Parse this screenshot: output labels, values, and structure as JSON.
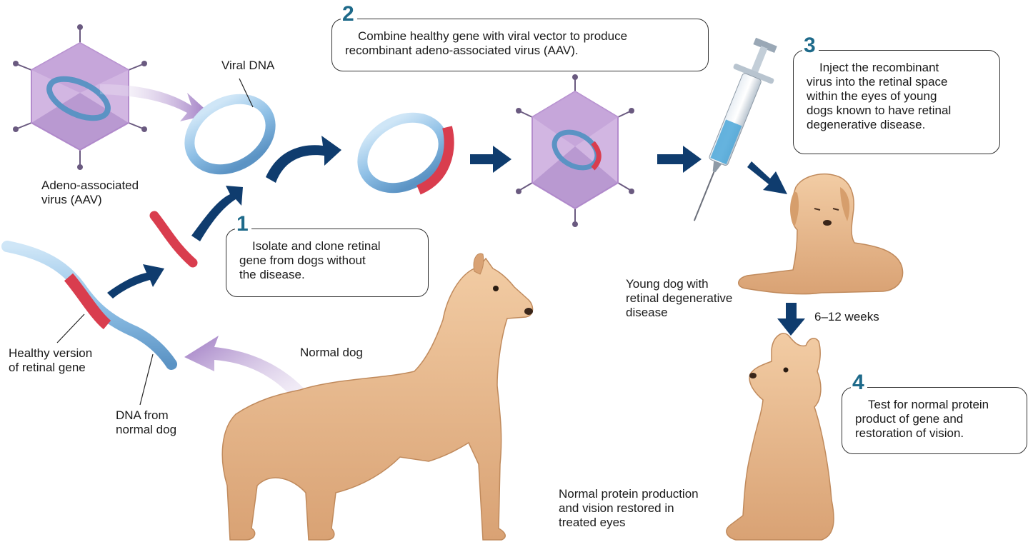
{
  "colors": {
    "arrow_navy": "#0f3c6e",
    "dna_blue": "#8fc0e6",
    "gene_red": "#d93d4e",
    "capsid_purple": "#b48ccd",
    "dog_tan": "#e8b98d",
    "step_number": "#1e6a8a"
  },
  "labels": {
    "viral_dna": "Viral DNA",
    "aav": "Adeno-associated\nvirus (AAV)",
    "healthy_gene": "Healthy version\nof retinal gene",
    "dna_normal": "DNA from\nnormal dog",
    "normal_dog": "Normal dog",
    "young_dog": "Young dog with\nretinal degenerative\ndisease",
    "weeks": "6–12 weeks",
    "restored": "Normal protein production\nand vision restored in\ntreated eyes"
  },
  "steps": [
    {
      "number": "1",
      "text": "Isolate and clone retinal\ngene from dogs without\nthe disease."
    },
    {
      "number": "2",
      "text": "Combine healthy gene with viral vector to produce\nrecombinant adeno-associated virus (AAV)."
    },
    {
      "number": "3",
      "text": "Inject the recombinant\nvirus into the retinal space\nwithin the eyes of young\ndogs known to have retinal\ndegenerative disease."
    },
    {
      "number": "4",
      "text": "Test for normal protein\nproduct of gene and\nrestoration of vision."
    }
  ],
  "icons": [
    "aav-capsid",
    "viral-dna-ring",
    "recombinant-dna-ring",
    "recombinant-aav",
    "syringe",
    "normal-dog",
    "young-dog",
    "treated-dog"
  ]
}
